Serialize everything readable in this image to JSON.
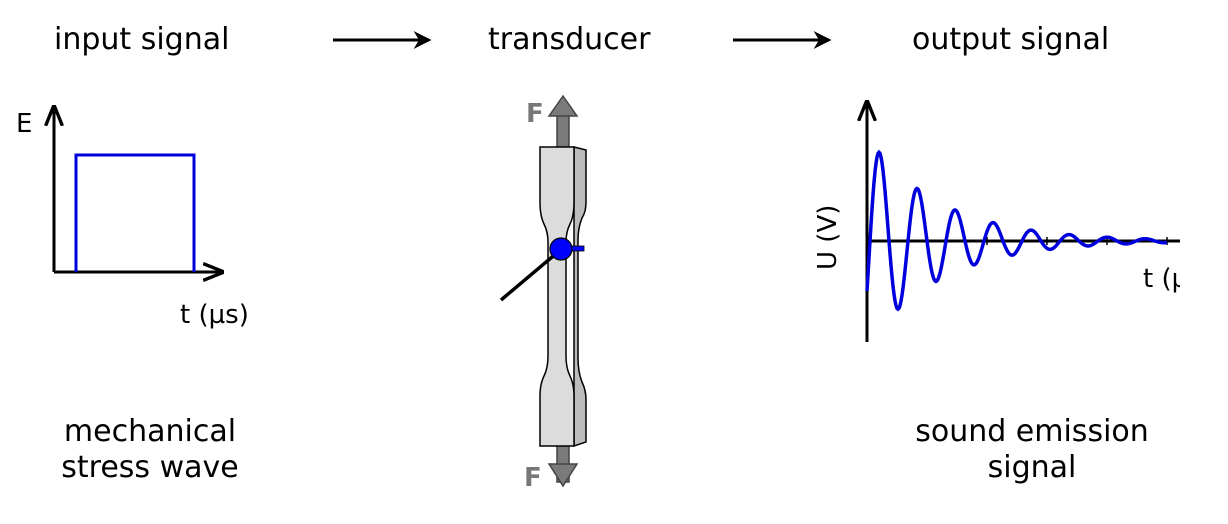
{
  "header": {
    "input_label": "input signal",
    "transducer_label": "transducer",
    "output_label": "output signal"
  },
  "input_chart": {
    "ylabel": "E",
    "xlabel": "t (µs)",
    "caption_line1": "mechanical",
    "caption_line2": "stress wave",
    "signal_color": "#0000dd"
  },
  "transducer": {
    "force_top": "F",
    "force_bottom": "F",
    "sensor_color": "#0000ff",
    "specimen_color": "#dcdcdc"
  },
  "output_chart": {
    "ylabel": "U (V)",
    "xlabel": "t (µs)",
    "caption_line1": "sound emission",
    "caption_line2": "signal",
    "signal_color": "#0000dd"
  },
  "icons": [
    "arrow-right-icon",
    "arrow-right-icon",
    "force-arrow-up-icon",
    "force-arrow-down-icon",
    "sensor-icon"
  ]
}
